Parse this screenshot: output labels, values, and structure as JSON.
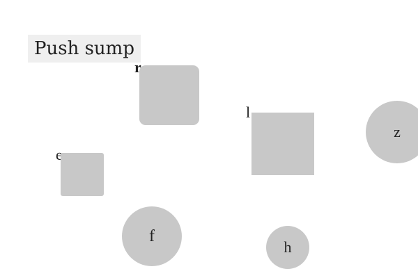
{
  "title": {
    "text": "Push sump"
  },
  "shapes": {
    "rounded_square_r": {
      "label": "r"
    },
    "square_l": {
      "label": "l"
    },
    "square_e": {
      "label": "e"
    },
    "circle_z": {
      "label": "z"
    },
    "circle_f": {
      "label": "f"
    },
    "circle_h": {
      "label": "h"
    }
  },
  "colors": {
    "shape_fill": "#c8c8c8",
    "title_background": "#efefef",
    "text": "#222222"
  }
}
